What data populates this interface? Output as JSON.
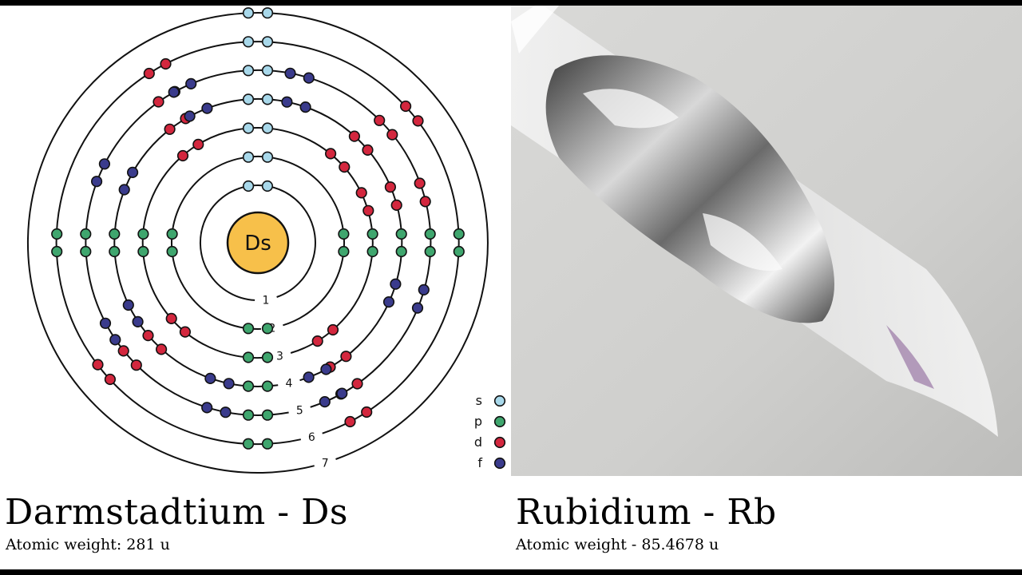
{
  "left": {
    "element_symbol": "Ds",
    "title": "Darmstadtium - Ds",
    "atomic_weight": "Atomic weight: 281 u",
    "shells": [
      {
        "label": "1",
        "s": 2,
        "p": 0,
        "d": 0,
        "f": 0
      },
      {
        "label": "2",
        "s": 2,
        "p": 6,
        "d": 0,
        "f": 0
      },
      {
        "label": "3",
        "s": 2,
        "p": 6,
        "d": 10,
        "f": 0
      },
      {
        "label": "4",
        "s": 2,
        "p": 6,
        "d": 10,
        "f": 14
      },
      {
        "label": "5",
        "s": 2,
        "p": 6,
        "d": 10,
        "f": 14
      },
      {
        "label": "6",
        "s": 2,
        "p": 6,
        "d": 8,
        "f": 0
      },
      {
        "label": "7",
        "s": 2,
        "p": 0,
        "d": 0,
        "f": 0
      }
    ],
    "legend": [
      {
        "label": "s",
        "color": "#a8d8ea"
      },
      {
        "label": "p",
        "color": "#3fa66e"
      },
      {
        "label": "d",
        "color": "#d3273e"
      },
      {
        "label": "f",
        "color": "#3a3b8c"
      }
    ],
    "nucleus_color": "#f7c04a"
  },
  "right": {
    "title": "Rubidium - Rb",
    "atomic_weight": "Atomic weight - 85.4678 u"
  }
}
